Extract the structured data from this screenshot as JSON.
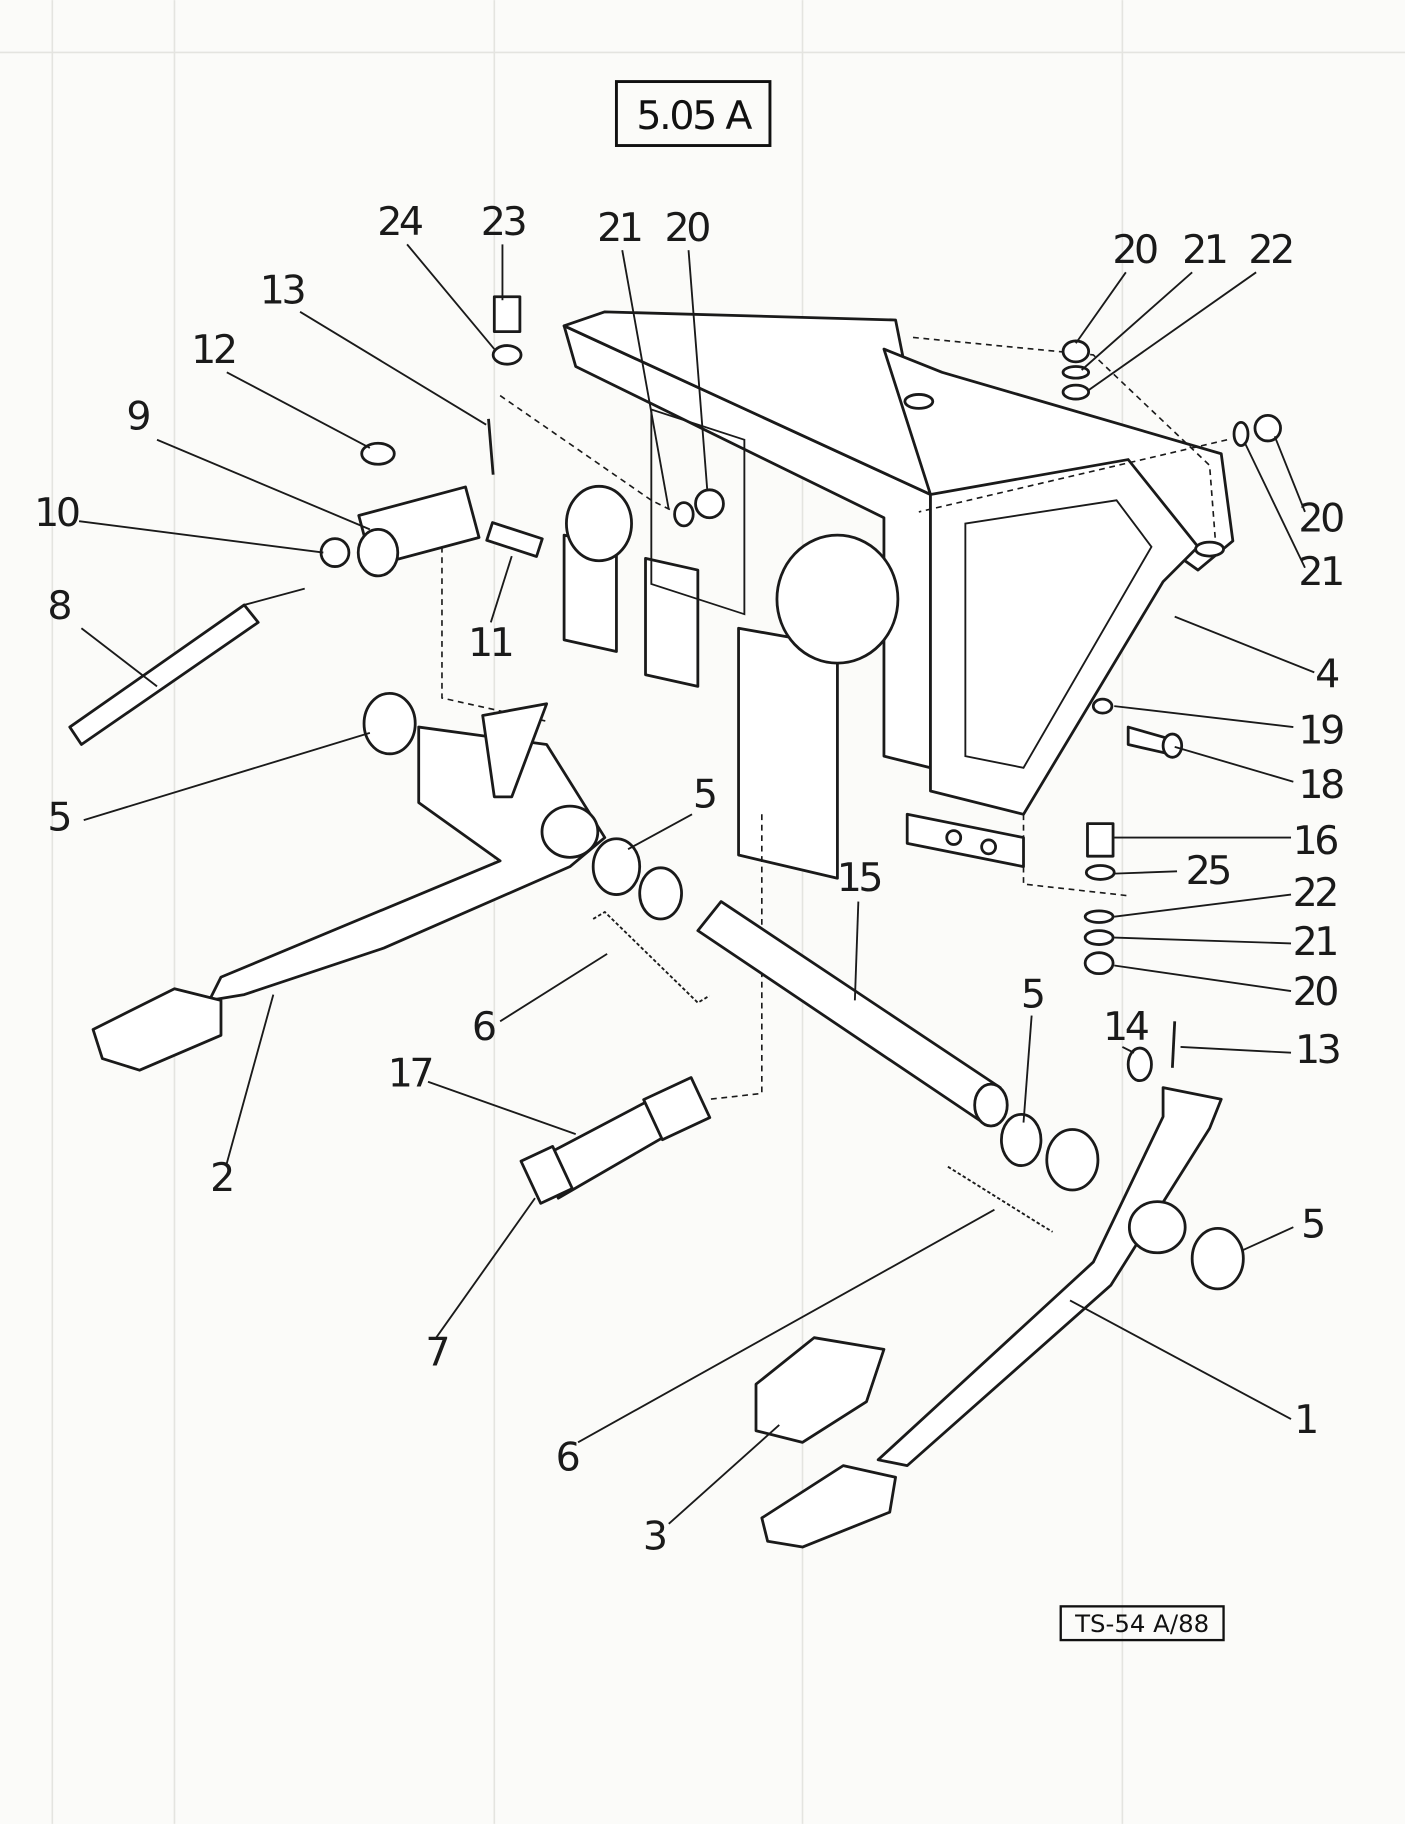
{
  "figure": {
    "title": "5.05 A",
    "reference": "TS-54 A/88"
  },
  "callouts": [
    "24",
    "23",
    "21",
    "20",
    "20",
    "21",
    "22",
    "13",
    "12",
    "9",
    "10",
    "8",
    "5",
    "20",
    "21",
    "4",
    "19",
    "18",
    "16",
    "25",
    "22",
    "21",
    "20",
    "15",
    "5",
    "11",
    "6",
    "17",
    "2",
    "7",
    "5",
    "14",
    "13",
    "5",
    "1",
    "6",
    "3"
  ]
}
